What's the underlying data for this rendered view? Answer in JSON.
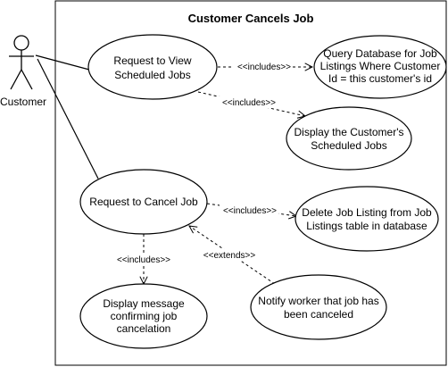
{
  "diagram": {
    "title": "Customer Cancels Job",
    "actor": {
      "label": "Customer"
    },
    "use_cases": {
      "view_jobs": [
        "Request to View",
        "Scheduled Jobs"
      ],
      "query_db": [
        "Query Database for Job",
        "Listings Where Customer",
        "Id = this customer's id"
      ],
      "display_jobs": [
        "Display the Customer's",
        "Scheduled Jobs"
      ],
      "cancel_job": [
        "Request to Cancel Job"
      ],
      "delete_listing": [
        "Delete Job Listing from Job",
        "Listings table in database"
      ],
      "display_confirm": [
        "Display message",
        "confirming job",
        "cancelation"
      ],
      "notify_worker": [
        "Notify worker that job has",
        "been canceled"
      ]
    },
    "relations": {
      "includes": "<<includes>>",
      "extends": "<<extends>>"
    }
  }
}
